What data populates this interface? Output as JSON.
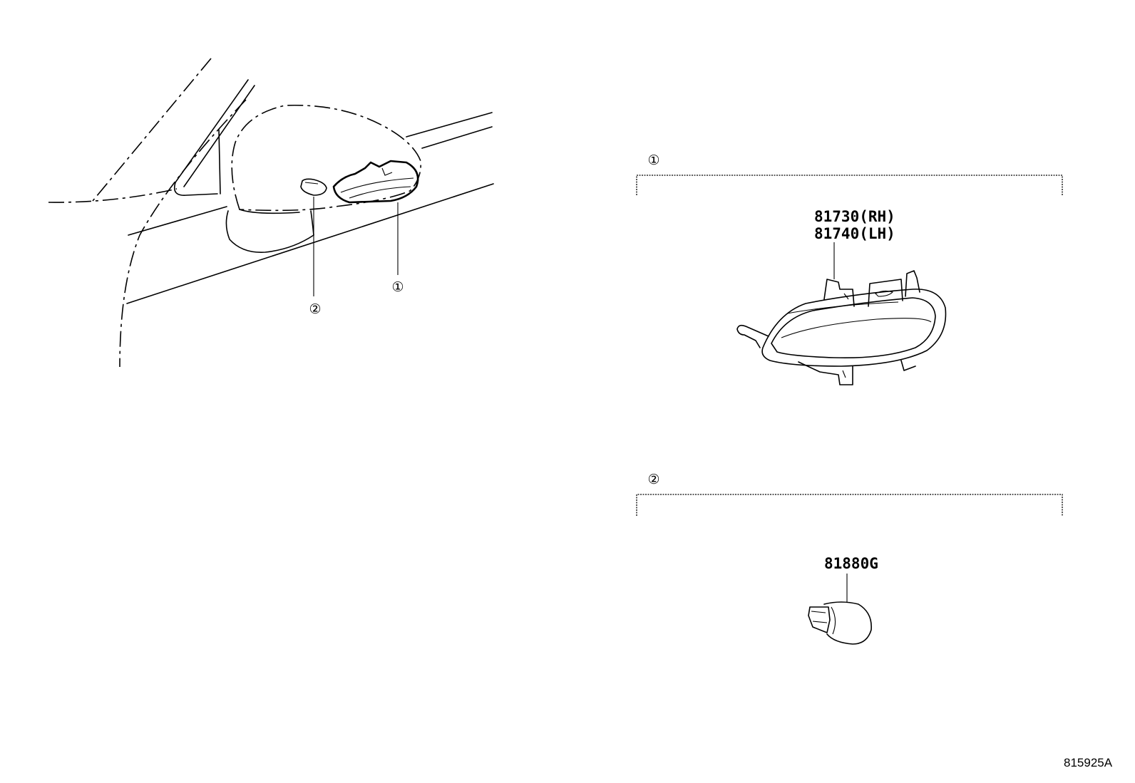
{
  "diagram": {
    "callouts": {
      "lamp": "①",
      "bulb": "②"
    },
    "groups": [
      {
        "callout": "①",
        "part_numbers": [
          "81730(RH)",
          "81740(LH)"
        ]
      },
      {
        "callout": "②",
        "part_numbers": [
          "81880G"
        ]
      }
    ],
    "diagram_id": "815925A"
  }
}
